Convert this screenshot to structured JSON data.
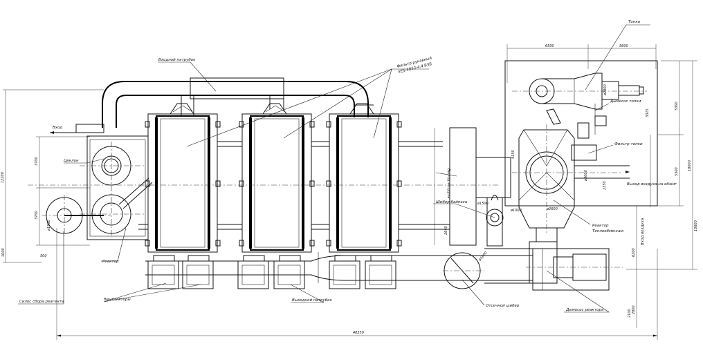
{
  "labels": {
    "vhodnoy_patrubok_top": "Входной патрубок",
    "filtr": "Фильтр рукавный",
    "filtr_model": "УЕS-4853-4.4 ВЗБ",
    "topka": "Топка",
    "vhod": "Вход",
    "ciklon": "Циклон",
    "dymosos_topki": "Дымосос топки",
    "filtr_topki": "Фильтр топки",
    "vyhod_vozd": "Выход воздуха",
    "vyhod_vozd_right": "Выход воздуха на обжиг",
    "shiber_bajpasa": "Шибер байпаса",
    "reaktor_right": "Реактор",
    "teplo": "Теплообменник",
    "vhod_vozd": "Вход воздуха",
    "reaktor_left": "Реактор",
    "silos": "Силос сбора реагента",
    "ventilyatory": "Вентиляторы",
    "vyhodnoy": "Выходной патрубок",
    "otsechnoy": "Отсечной шибер",
    "dymosos_reaktora": "Дымосос реактора"
  },
  "dims": {
    "total_width": "48350",
    "d1": "6500",
    "d2": "5600",
    "d3": "18000",
    "d4": "5300",
    "d5": "5300",
    "d6": "15600",
    "d7": "6200",
    "d8": "2800",
    "d9": "12200",
    "d10": "3700",
    "d11": "3700",
    "d12": "1000",
    "d13": "500",
    "d14": "2640",
    "d15": "ø1500",
    "d16": "ø1000",
    "d17": "ø3000",
    "d18": "ø2600",
    "d19": "ø2800",
    "d20": "ø1600",
    "d21": "ø1900",
    "d22": "3315",
    "d23": "2350",
    "d24": "4150",
    "d25": "2100"
  }
}
